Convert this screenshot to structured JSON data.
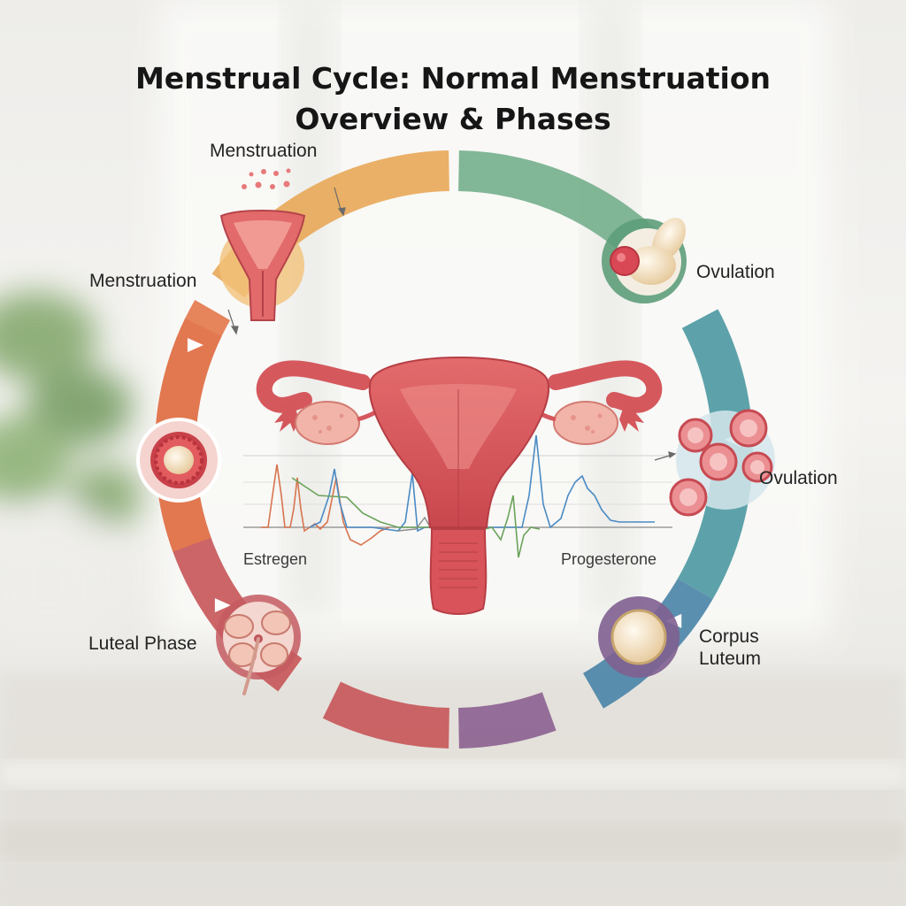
{
  "title": {
    "line1": "Menstrual Cycle: Normal Menstruation",
    "line2": "Overview & Phases"
  },
  "labels": {
    "menstruation_top": "Menstruation",
    "menstruation_left": "Menstruation",
    "ovulation_top": "Ovulation",
    "ovulation_right": "Ovulation",
    "luteal_phase": "Luteal Phase",
    "corpus_luteum_line1": "Corpus",
    "corpus_luteum_line2": "Luteum",
    "estrogen": "Estregen",
    "progesterone": "Progesterone"
  },
  "colors": {
    "menstrual_arc": "#e8a95a",
    "follicular_arc": "#e47a4e",
    "luteal_arc_red": "#c8585a",
    "luteal_arc_purple": "#8d6391",
    "ovulation_arc_green": "#76b08d",
    "ovulation_arc_teal": "#4f9aa3",
    "ovulation_arc_blue": "#4d86a8",
    "uterus": "#d9535a",
    "estrogen_line": "#d8744e",
    "progesterone_line": "#4a8bc4",
    "hormone_line_green": "#6aa35a"
  }
}
